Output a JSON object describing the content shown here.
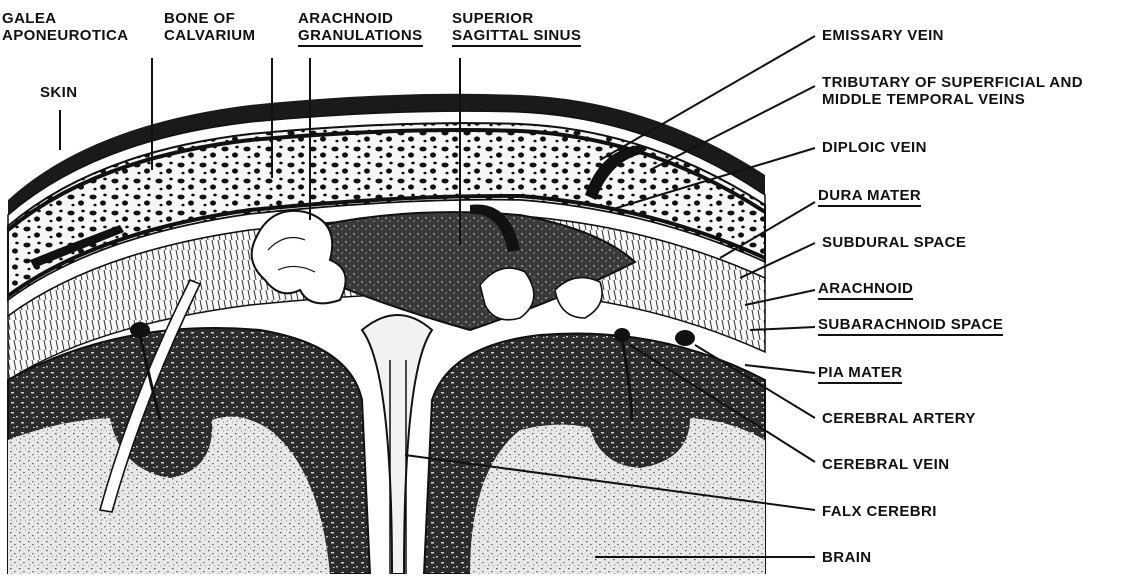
{
  "labels": {
    "galea_1": "GALEA",
    "galea_2": "APONEUROTICA",
    "bone_1": "BONE OF",
    "bone_2": "CALVARIUM",
    "arachnoid_gran_1": "ARACHNOID",
    "arachnoid_gran_2": "GRANULATIONS",
    "superior_1": "SUPERIOR",
    "superior_2": "SAGITTAL  SINUS",
    "skin": "SKIN",
    "emissary_vein": "EMISSARY VEIN",
    "tributary_1": "TRIBUTARY OF SUPERFICIAL AND",
    "tributary_2": "MIDDLE TEMPORAL VEINS",
    "diploic_vein": "DIPLOIC VEIN",
    "dura_mater": "DURA MATER",
    "subdural_space": "SUBDURAL SPACE",
    "arachnoid": "ARACHNOID",
    "subarachnoid_space": "SUBARACHNOID SPACE",
    "pia_mater": "PIA MATER",
    "cerebral_artery": "CEREBRAL ARTERY",
    "cerebral_vein": "CEREBRAL VEIN",
    "falx_cerebri": "FALX CEREBRI",
    "brain": "BRAIN"
  },
  "colors": {
    "ink": "#111111",
    "paper": "#ffffff",
    "bone": "#f4f4f4",
    "tissue": "#2a2a2a"
  }
}
